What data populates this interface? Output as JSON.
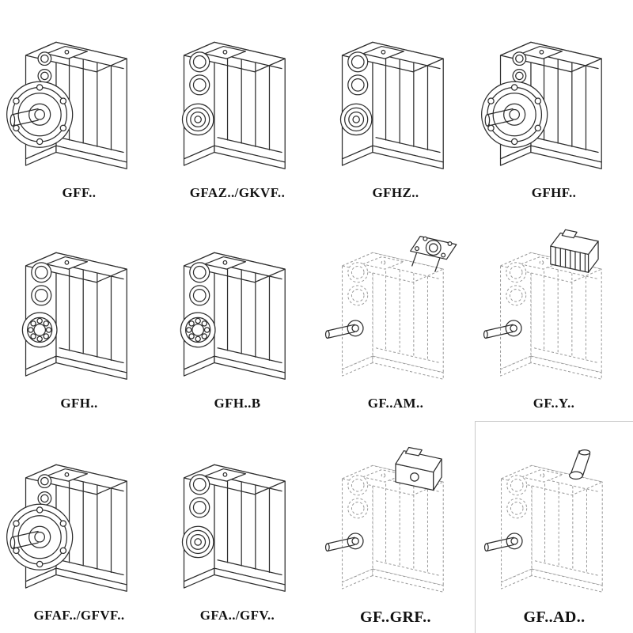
{
  "page": {
    "kind": "gear-reducer-mounting-variants-catalog"
  },
  "catalog": {
    "items": [
      {
        "label": "GFF..",
        "drawing": "gearbox-output-flange"
      },
      {
        "label": "GFAZ../GKVF..",
        "drawing": "gearbox-hollow-shaft"
      },
      {
        "label": "GFHZ..",
        "drawing": "gearbox-hollow-shaft"
      },
      {
        "label": "GFHF..",
        "drawing": "gearbox-output-flange"
      },
      {
        "label": "GFH..",
        "drawing": "gearbox-foot-mounted"
      },
      {
        "label": "GFH..B",
        "drawing": "gearbox-foot-mounted"
      },
      {
        "label": "GF..AM..",
        "drawing": "gearbox-iec-adapter-dashed"
      },
      {
        "label": "GF..Y..",
        "drawing": "gearbox-with-motor-dashed"
      },
      {
        "label": "GFAF../GFVF..",
        "drawing": "gearbox-output-flange"
      },
      {
        "label": "GFA../GFV..",
        "drawing": "gearbox-hollow-shaft"
      },
      {
        "label": "GF..GRF..",
        "drawing": "gearbox-adapter-box-dashed"
      },
      {
        "label": "GF..AD..",
        "drawing": "gearbox-input-shaft-dashed"
      }
    ]
  }
}
